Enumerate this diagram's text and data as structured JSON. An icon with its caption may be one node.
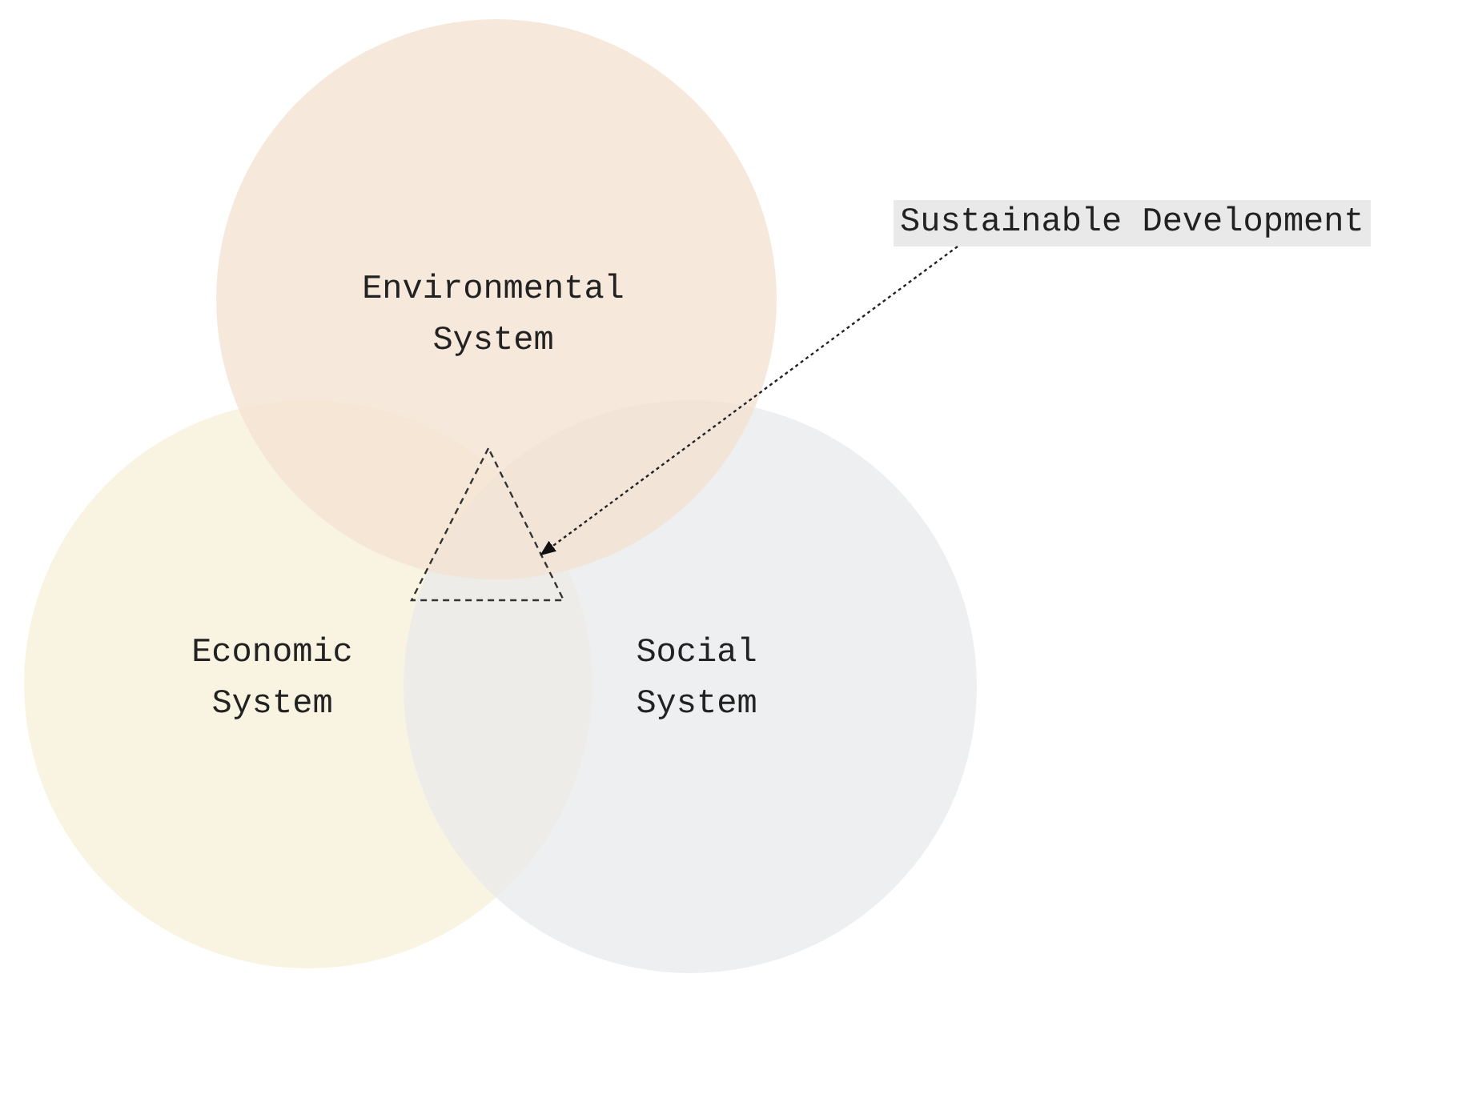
{
  "diagram": {
    "nodes": [
      {
        "text": [
          "Environmental System"
        ]
      },
      {
        "text": [
          "Economic System"
        ]
      },
      {
        "text": [
          "Social System"
        ]
      },
      {
        "text": [
          "Sustainable Development"
        ]
      },
      {
        "text": [],
        "shape": "triangle"
      }
    ],
    "edges": [
      {
        "from": 3,
        "to": 4,
        "arrow": "to",
        "style": "dashed"
      }
    ]
  }
}
